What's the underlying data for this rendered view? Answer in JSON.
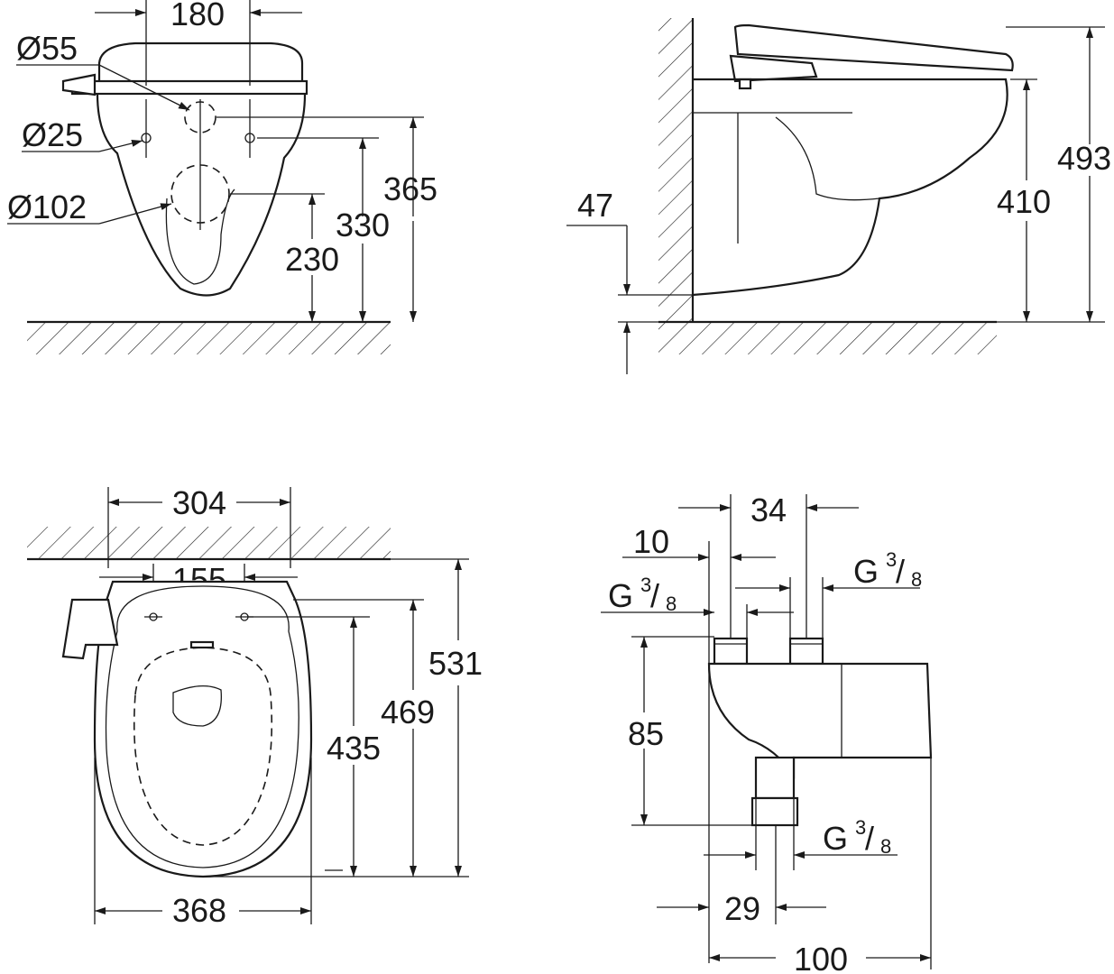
{
  "front_view": {
    "width_180": "180",
    "dia_55": "Ø55",
    "dia_25": "Ø25",
    "dia_102": "Ø102",
    "h_365": "365",
    "h_330": "330",
    "h_230": "230"
  },
  "side_view": {
    "h_47": "47",
    "h_410": "410",
    "h_493": "493"
  },
  "top_view": {
    "w_304": "304",
    "w_155": "155",
    "w_368": "368",
    "d_531": "531",
    "d_469": "469",
    "d_435": "435"
  },
  "valve_detail": {
    "w_34": "34",
    "w_10": "10",
    "thread_label": "G",
    "thread_num": "3",
    "thread_den": "8",
    "h_85": "85",
    "w_29": "29",
    "w_100": "100"
  }
}
